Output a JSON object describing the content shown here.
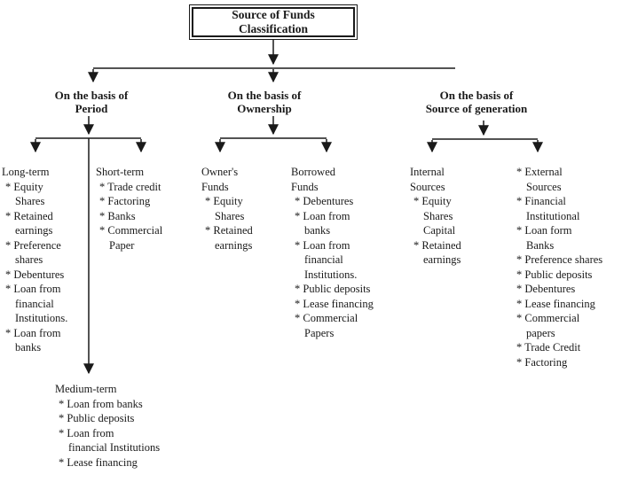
{
  "diagram": {
    "root_label": "Source of Funds\nClassification",
    "branches": [
      {
        "label": "On the basis of\nPeriod"
      },
      {
        "label": "On the basis of\nOwnership"
      },
      {
        "label": "On the basis of\nSource of generation"
      }
    ],
    "columns": [
      {
        "title": "Long-term",
        "items": [
          "* Equity\nShares",
          "* Retained\nearnings",
          "* Preference\nshares",
          "* Debentures",
          "* Loan from\nfinancial\nInstitutions.",
          "* Loan from\nbanks"
        ]
      },
      {
        "title": "Short-term",
        "items": [
          "* Trade credit",
          "* Factoring",
          "* Banks",
          "* Commercial\nPaper"
        ]
      },
      {
        "title": "Owner's\nFunds",
        "items": [
          "* Equity\nShares",
          "* Retained\nearnings"
        ]
      },
      {
        "title": "Borrowed\nFunds",
        "items": [
          "* Debentures",
          "* Loan from\nbanks",
          "* Loan from\nfinancial\nInstitutions.",
          "* Public deposits",
          "* Lease financing",
          "* Commercial\nPapers"
        ]
      },
      {
        "title": "Internal\nSources",
        "items": [
          "* Equity\nShares\nCapital",
          "* Retained\nearnings"
        ]
      },
      {
        "title": "",
        "items": [
          "* External\nSources",
          "* Financial\nInstitutional",
          "* Loan form\nBanks",
          "* Preference shares",
          "* Public deposits",
          "* Debentures",
          "* Lease financing",
          "* Commercial\npapers",
          "* Trade Credit",
          "* Factoring"
        ]
      },
      {
        "title": "Medium-term",
        "items": [
          "* Loan from banks",
          "* Public deposits",
          "* Loan from\nfinancial Institutions",
          "* Lease financing"
        ]
      }
    ]
  },
  "colors": {
    "ink": "#1a1a1a",
    "background": "#ffffff"
  }
}
